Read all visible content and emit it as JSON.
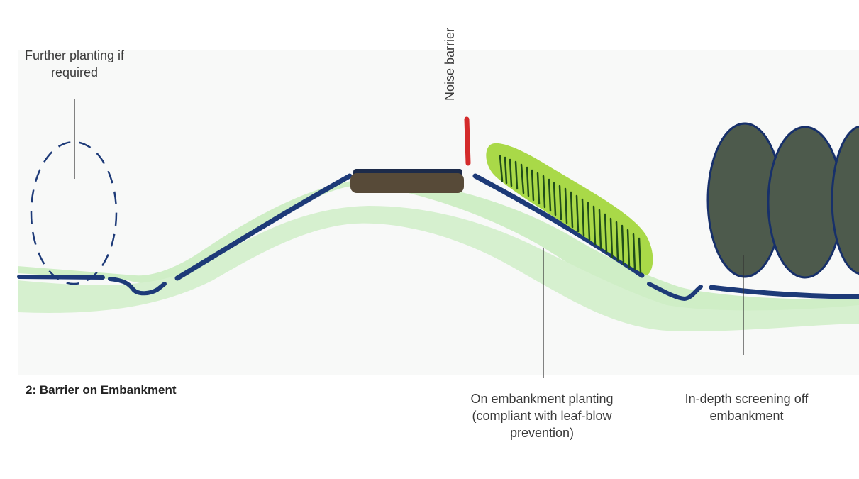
{
  "caption": "2: Barrier on Embankment",
  "labels": {
    "further_planting": "Further planting if required",
    "noise_barrier": "Noise barrier",
    "on_embankment_planting": "On embankment planting (compliant with leaf-blow prevention)",
    "in_depth_screening": "In-depth screening off embankment"
  },
  "colors": {
    "ground": "#cfeec6",
    "line": "#1d3a78",
    "barrier_base": "#574a38",
    "noise_barrier": "#d42b2b",
    "shrub": "#a9d948",
    "shrub_stroke": "#1f4d1a",
    "tree": "#4d5a4c",
    "tree_stroke": "#17306a"
  }
}
